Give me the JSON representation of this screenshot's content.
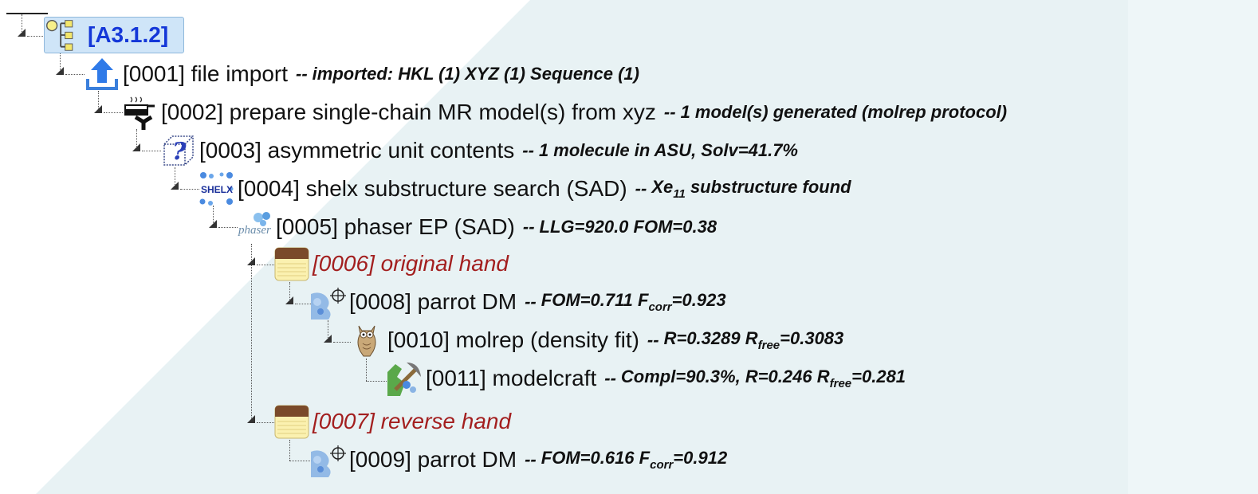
{
  "project": {
    "label": "[A3.1.2]"
  },
  "nodes": [
    {
      "title": "[0001] file import",
      "sep": "--",
      "summary": "imported: HKL (1) XYZ (1) Sequence (1)",
      "icon": "import-icon"
    },
    {
      "title": "[0002] prepare single-chain MR model(s) from xyz",
      "sep": "--",
      "summary": "1 model(s) generated (molrep protocol)",
      "icon": "model-prep-icon"
    },
    {
      "title": "[0003] asymmetric unit contents",
      "sep": "--",
      "summary": "1 molecule in ASU, Solv=41.7%",
      "icon": "asu-cube-icon"
    },
    {
      "title": "[0004] shelx substructure search (SAD)",
      "sep": "--",
      "summary_pre": "Xe",
      "summary_sub": "11",
      "summary_post": " substructure found",
      "icon": "shelx-icon",
      "icon_text": "SHELX"
    },
    {
      "title": "[0005] phaser EP (SAD)",
      "sep": "--",
      "summary": "LLG=920.0 FOM=0.38",
      "icon": "phaser-icon",
      "icon_text": "phaser"
    },
    {
      "title": "[0006] original hand",
      "icon": "notepad-icon"
    },
    {
      "title": "[0008] parrot DM",
      "sep": "--",
      "summary_pre": "FOM=0.711 F",
      "summary_sub": "corr",
      "summary_post": "=0.923",
      "icon": "parrot-dm-icon"
    },
    {
      "title": "[0010] molrep (density fit)",
      "sep": "--",
      "summary_pre": "R=0.3289 R",
      "summary_sub": "free",
      "summary_post": "=0.3083",
      "icon": "owl-icon"
    },
    {
      "title": "[0011] modelcraft",
      "sep": "--",
      "summary_pre": "Compl=90.3%, R=0.246 R",
      "summary_sub": "free",
      "summary_post": "=0.281",
      "icon": "pickaxe-icon"
    },
    {
      "title": "[0007] reverse hand",
      "icon": "notepad-icon"
    },
    {
      "title": "[0009] parrot DM",
      "sep": "--",
      "summary_pre": "FOM=0.616 F",
      "summary_sub": "corr",
      "summary_post": "=0.912",
      "icon": "parrot-dm-icon"
    }
  ],
  "colors": {
    "hand_label": "#a31f1f",
    "project_label": "#1437d8",
    "project_bg": "#cfe5f8"
  }
}
